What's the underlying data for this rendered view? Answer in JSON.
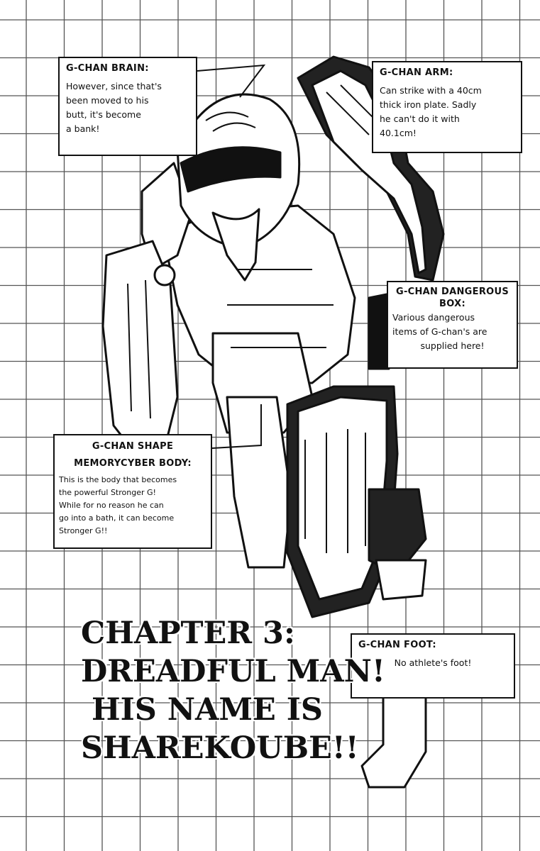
{
  "callouts": {
    "brain": {
      "title": "G-CHAN BRAIN:",
      "lines": [
        "However, since that's",
        "been moved to his",
        "butt, it's become",
        "a bank!"
      ]
    },
    "arm": {
      "title": "G-CHAN ARM:",
      "lines": [
        "Can strike with a 40cm",
        "thick iron plate. Sadly",
        "he can't do it with",
        "40.1cm!"
      ]
    },
    "dangerous_box": {
      "title_lines": [
        "G-CHAN DANGEROUS",
        "BOX:"
      ],
      "lines": [
        "Various dangerous",
        "items of G-chan's are",
        "supplied here!"
      ]
    },
    "body": {
      "title_lines": [
        "G-CHAN SHAPE",
        "MEMORYCYBER BODY:"
      ],
      "lines": [
        "This is the body that becomes",
        "the powerful Stronger G!",
        "While for no reason he can",
        "go into a bath, it can become",
        "Stronger G!!"
      ]
    },
    "foot": {
      "title": "G-CHAN FOOT:",
      "lines": [
        "No athlete's foot!"
      ]
    }
  },
  "chapter_title": {
    "lines": [
      "CHAPTER 3:",
      "DREADFUL MAN!",
      " HIS NAME IS",
      "SHAREKOUBE!!"
    ]
  },
  "colors": {
    "ink": "#111111",
    "paper": "#ffffff",
    "grid": "#555555"
  }
}
